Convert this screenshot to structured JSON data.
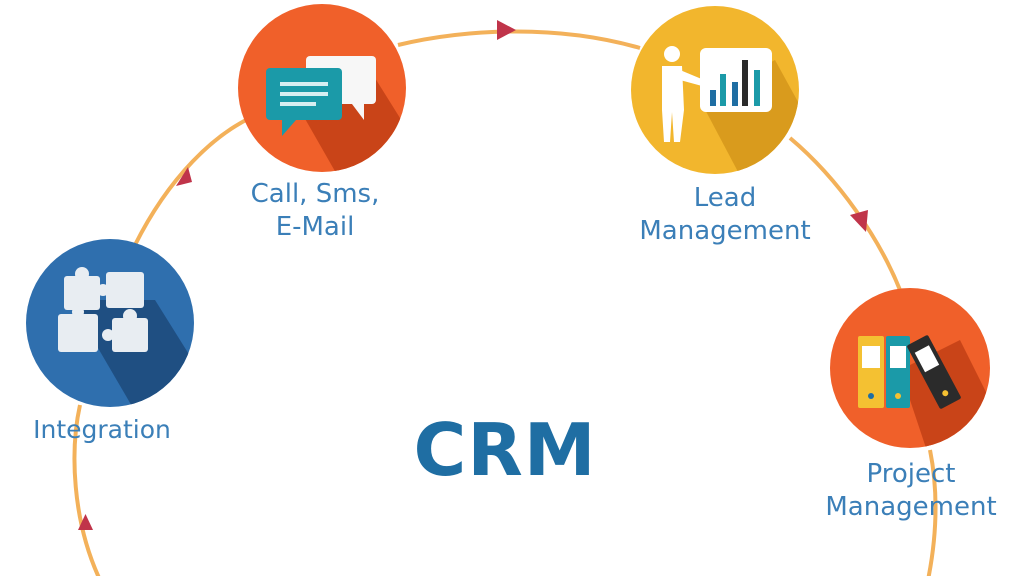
{
  "center": {
    "title": "CRM"
  },
  "nodes": [
    {
      "id": "integration",
      "lines": [
        "Integration"
      ],
      "icon": "puzzle-icon",
      "color": "#2f6fae"
    },
    {
      "id": "communication",
      "lines": [
        "Call, Sms,",
        "E-Mail"
      ],
      "icon": "chat-bubbles-icon",
      "color": "#f0602a"
    },
    {
      "id": "lead-management",
      "lines": [
        "Lead",
        "Management"
      ],
      "icon": "presentation-chart-icon",
      "color": "#f2b62d"
    },
    {
      "id": "project-management",
      "lines": [
        "Project",
        "Management"
      ],
      "icon": "binders-icon",
      "color": "#f0602a"
    }
  ],
  "colors": {
    "ring": "#f3b15a",
    "arrow": "#c0344a",
    "text": "#3b7fb8",
    "title": "#1f6ea3"
  }
}
